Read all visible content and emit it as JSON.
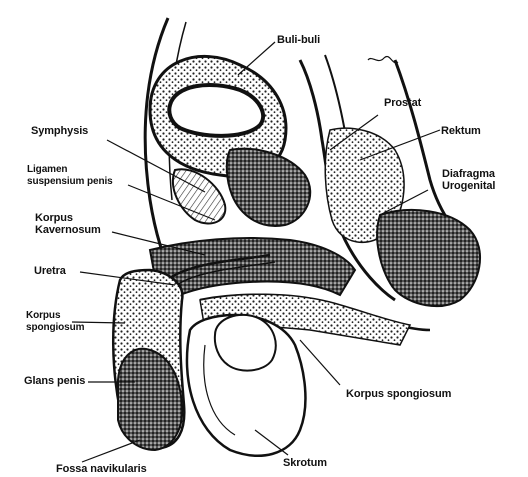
{
  "diagram": {
    "labels": {
      "buli_buli": "Buli-buli",
      "prostat": "Prostat",
      "symphysis": "Symphysis",
      "rektum": "Rektum",
      "ligamen_line1": "Ligamen",
      "ligamen_line2": "suspensium penis",
      "diafragma_line1": "Diafragma",
      "diafragma_line2": "Urogenital",
      "korpus_kav_line1": "Korpus",
      "korpus_kav_line2": "Kavernosum",
      "uretra": "Uretra",
      "korpus_spong_line1": "Korpus",
      "korpus_spong_line2": "spongiosum",
      "glans_penis": "Glans penis",
      "korpus_spongiosum_right": "Korpus spongiosum",
      "skrotum": "Skrotum",
      "fossa_navikularis": "Fossa navikularis"
    },
    "colors": {
      "ink": "#111111",
      "tissue": "#2a2a2a",
      "paper": "#ffffff"
    }
  }
}
